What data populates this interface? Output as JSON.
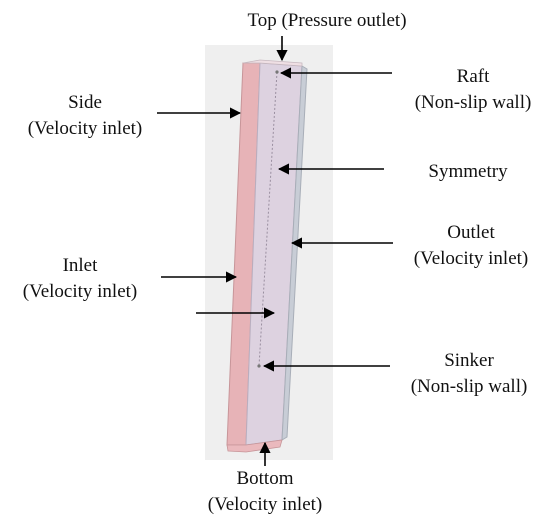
{
  "labels": {
    "top": "Top (Pressure outlet)",
    "raft_name": "Raft",
    "raft_type": "(Non-slip wall)",
    "side_name": "Side",
    "side_type": "(Velocity inlet)",
    "symmetry": "Symmetry",
    "outlet_name": "Outlet",
    "outlet_type": "(Velocity inlet)",
    "inlet_name": "Inlet",
    "inlet_type": "(Velocity inlet)",
    "sinker_name": "Sinker",
    "sinker_type": "(Non-slip wall)",
    "bottom_name": "Bottom",
    "bottom_type": "(Velocity inlet)"
  },
  "colors": {
    "side_face": "#e7b3b7",
    "front_face": "#ddd2e0",
    "outlet_face": "#c8cdd6",
    "background_panel": "#efefef"
  }
}
